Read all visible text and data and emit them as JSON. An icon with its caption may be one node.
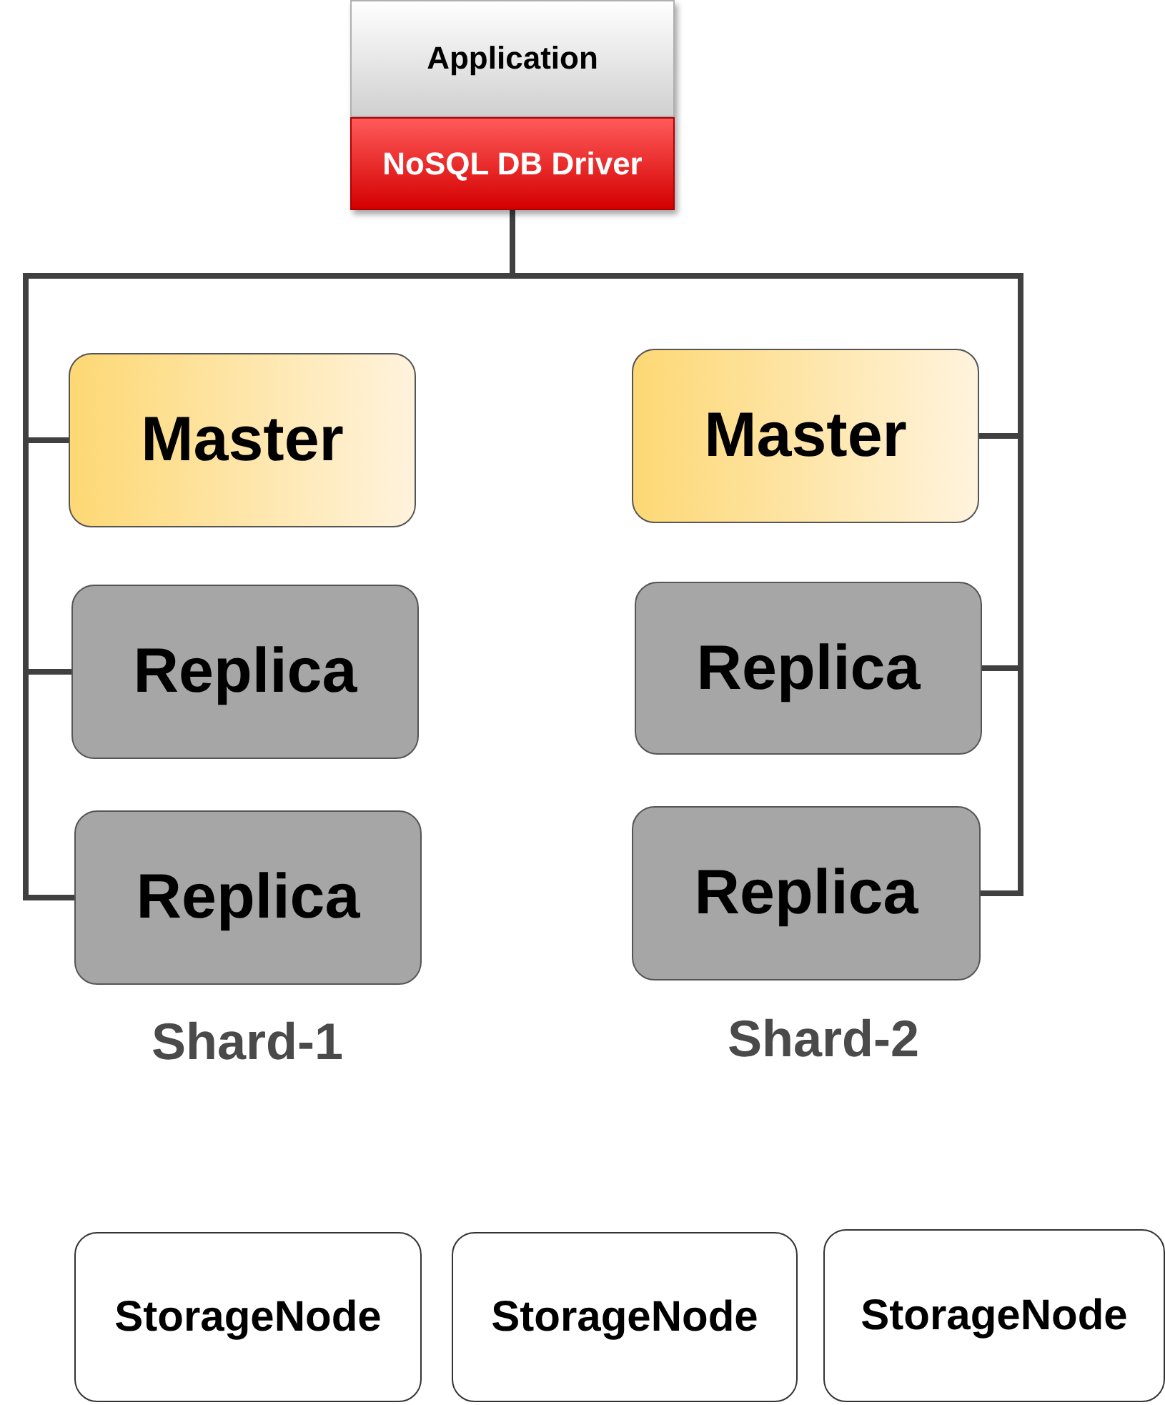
{
  "diagram": {
    "nodes": [
      {
        "text": [
          "Application"
        ]
      },
      {
        "text": [
          "NoSQL DB Driver"
        ]
      },
      {
        "text": [
          "Master"
        ]
      },
      {
        "text": [
          "Replica"
        ]
      },
      {
        "text": [
          "Replica"
        ]
      },
      {
        "text": [
          "Master"
        ]
      },
      {
        "text": [
          "Replica"
        ]
      },
      {
        "text": [
          "Replica"
        ]
      },
      {
        "text": [
          "StorageNode"
        ]
      },
      {
        "text": [
          "StorageNode"
        ]
      },
      {
        "text": [
          "StorageNode"
        ]
      }
    ],
    "edges": [
      {
        "from": 1,
        "to": 2,
        "arrow": "none"
      },
      {
        "from": 1,
        "to": 3,
        "arrow": "none"
      },
      {
        "from": 1,
        "to": 4,
        "arrow": "none"
      },
      {
        "from": 1,
        "to": 5,
        "arrow": "none"
      },
      {
        "from": 1,
        "to": 6,
        "arrow": "none"
      },
      {
        "from": 1,
        "to": 7,
        "arrow": "none"
      }
    ],
    "labels": [
      "Shard-1",
      "Shard-2"
    ]
  }
}
